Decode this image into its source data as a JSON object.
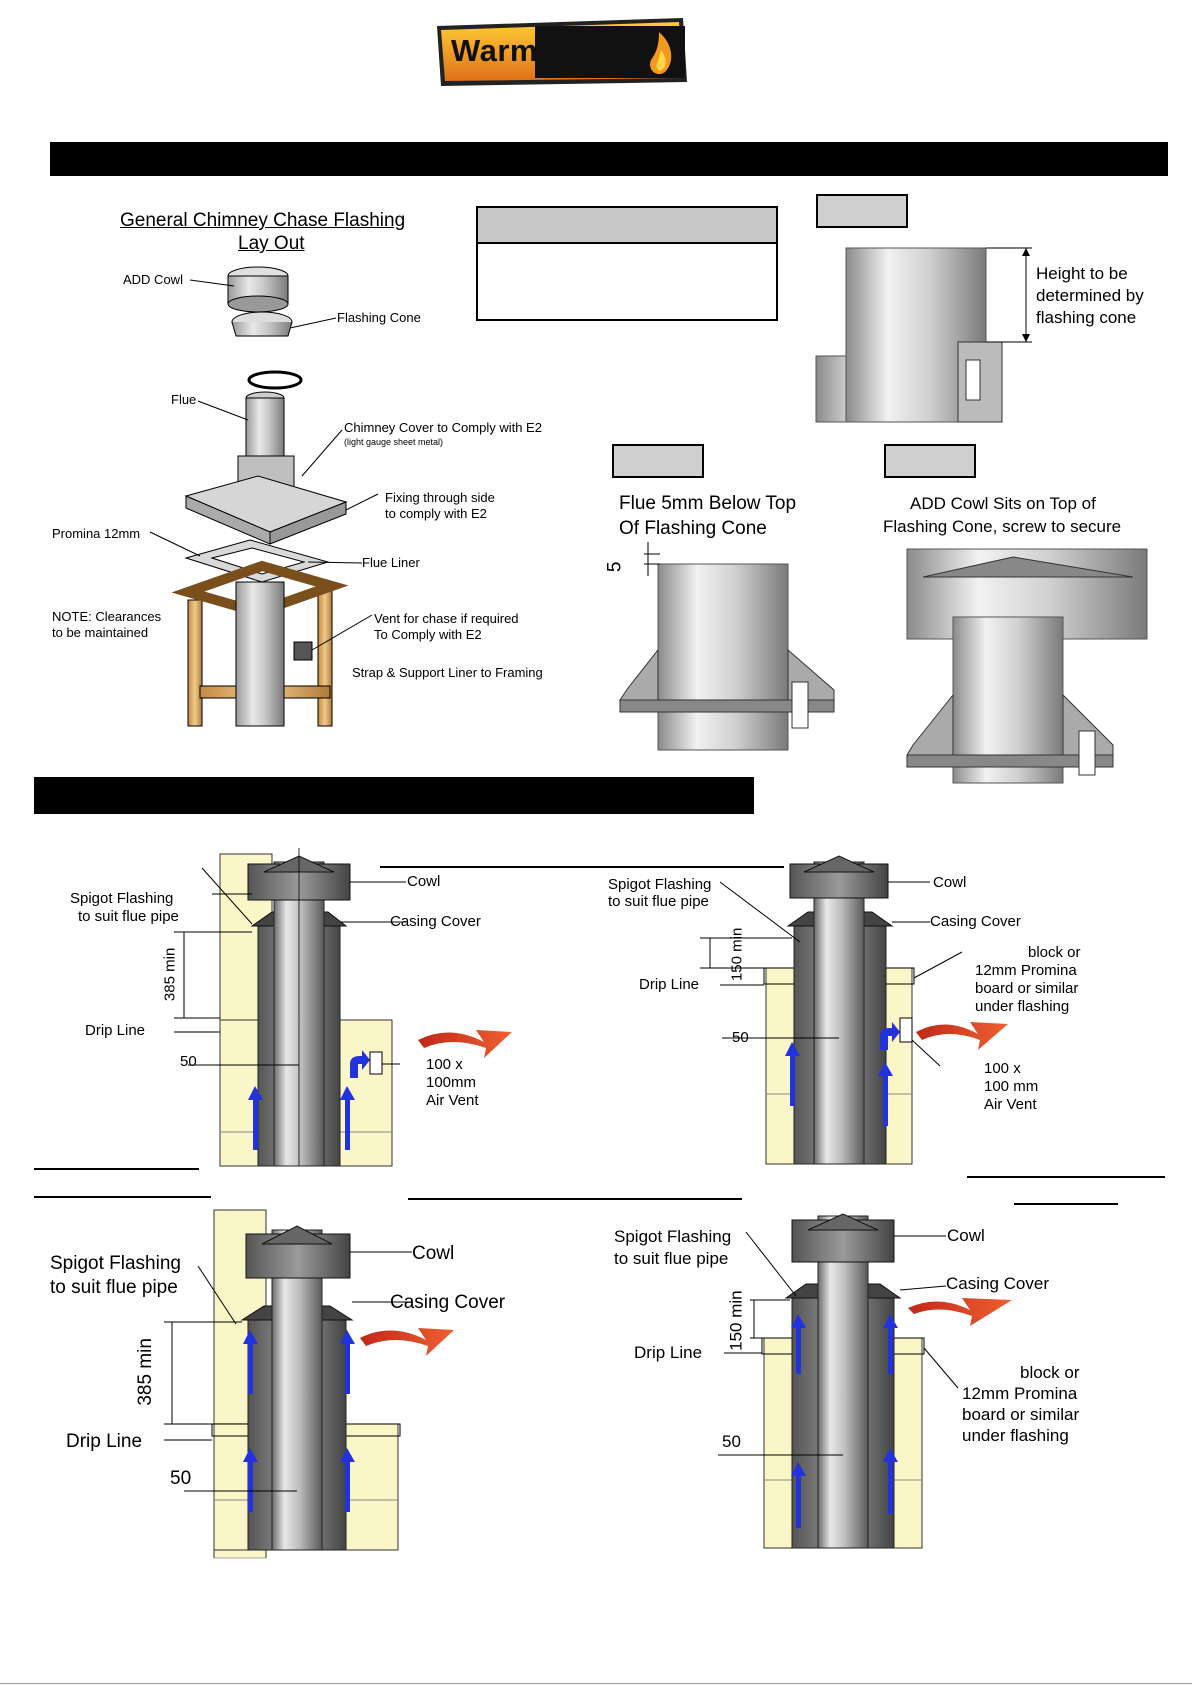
{
  "brand": {
    "name": "Warmington",
    "color_primary": "#f39a1e",
    "color_dark": "#1a1a1a"
  },
  "top_diagram": {
    "title_line1": "General Chimney Chase Flashing",
    "title_line2": "Lay Out",
    "labels": {
      "add_cowl": "ADD Cowl",
      "flashing_cone": "Flashing Cone",
      "flue": "Flue",
      "chimney_cover": "Chimney Cover to Comply with E2",
      "chimney_cover_note": "(light gauge sheet metal)",
      "fixing_line1": "Fixing through side",
      "fixing_line2": "to comply with E2",
      "promina": "Promina 12mm",
      "flue_liner": "Flue Liner",
      "note_line1": "NOTE: Clearances",
      "note_line2": "to be maintained",
      "vent_line1": "Vent for chase if required",
      "vent_line2": "To Comply with E2",
      "strap": "Strap & Support Liner to Framing"
    }
  },
  "detail_a": {
    "line1": "Height to be",
    "line2": "determined by",
    "line3": "flashing cone"
  },
  "detail_b": {
    "line1": "Flue 5mm Below Top",
    "line2": "Of Flashing Cone",
    "dim": "5"
  },
  "detail_c": {
    "line1": "ADD Cowl Sits on Top of",
    "line2": "Flashing Cone, screw to secure"
  },
  "install_diagrams": {
    "d1": {
      "spigot_line1": "Spigot Flashing",
      "spigot_line2": "to suit flue pipe",
      "cowl": "Cowl",
      "casing_cover": "Casing Cover",
      "dim": "385 min",
      "drip_line": "Drip Line",
      "gap": "50",
      "vent_line1": "100 x",
      "vent_line2": "100mm",
      "vent_line3": "Air Vent"
    },
    "d2": {
      "spigot_line1": "Spigot Flashing",
      "spigot_line2": "to suit flue pipe",
      "cowl": "Cowl",
      "casing_cover": "Casing Cover",
      "dim": "150 min",
      "drip_line": "Drip Line",
      "block_line1": "block or",
      "block_line2": "12mm Promina",
      "block_line3": "board or similar",
      "block_line4": "under flashing",
      "gap": "50",
      "vent_line1": "100 x",
      "vent_line2": "100 mm",
      "vent_line3": "Air Vent"
    },
    "d3": {
      "spigot_line1": "Spigot Flashing",
      "spigot_line2": "to suit flue pipe",
      "cowl": "Cowl",
      "casing_cover": "Casing Cover",
      "dim": "385 min",
      "drip_line": "Drip Line",
      "gap": "50"
    },
    "d4": {
      "spigot_line1": "Spigot Flashing",
      "spigot_line2": "to suit flue pipe",
      "cowl": "Cowl",
      "casing_cover": "Casing Cover",
      "dim": "150 min",
      "drip_line": "Drip Line",
      "block_line1": "block or",
      "block_line2": "12mm Promina",
      "block_line3": "board or similar",
      "block_line4": "under flashing",
      "gap": "50"
    }
  }
}
